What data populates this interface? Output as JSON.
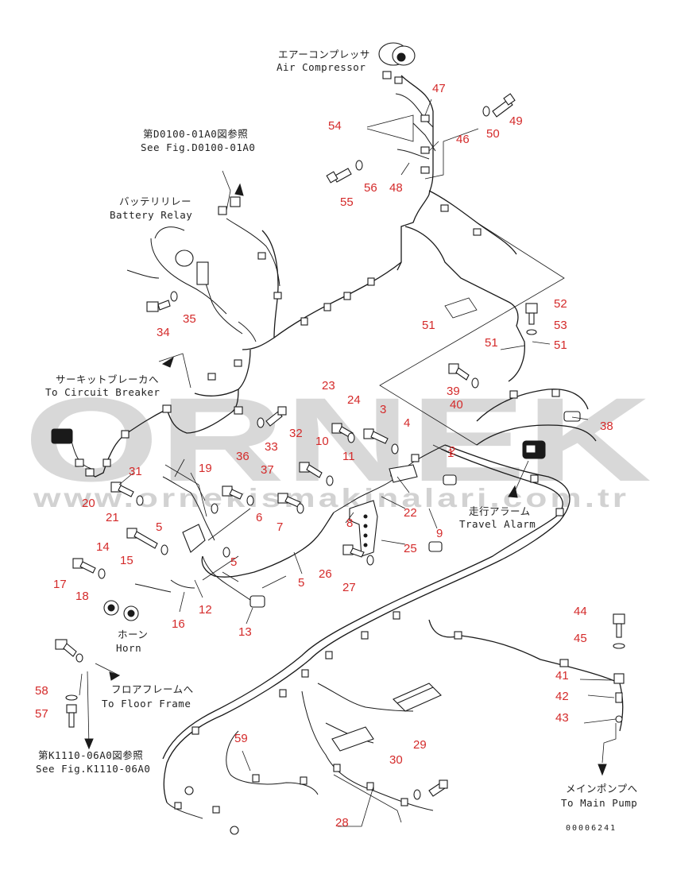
{
  "watermark": {
    "main": "ORNEK",
    "sub": "www.ornekismakinalari.com.tr"
  },
  "labels": {
    "air_compressor_jp": "エアーコンプレッサ",
    "air_compressor_en": "Air Compressor",
    "see_d0100_jp": "第D0100-01A0図参照",
    "see_d0100_en": "See Fig.D0100-01A0",
    "battery_relay_jp": "バッテリリレー",
    "battery_relay_en": "Battery Relay",
    "circuit_breaker_jp": "サーキットブレーカへ",
    "circuit_breaker_en": "To Circuit Breaker",
    "travel_alarm_jp": "走行アラーム",
    "travel_alarm_en": "Travel Alarm",
    "horn_jp": "ホーン",
    "horn_en": "Horn",
    "floor_frame_jp": "フロアフレームへ",
    "floor_frame_en": "To Floor Frame",
    "see_k1110_jp": "第K1110-06A0図参照",
    "see_k1110_en": "See Fig.K1110-06A0",
    "main_pump_jp": "メインポンプへ",
    "main_pump_en": "To Main Pump",
    "drawing_code": "00006241"
  },
  "part_numbers": [
    "1",
    "2",
    "3",
    "4",
    "5",
    "5",
    "5",
    "6",
    "7",
    "8",
    "9",
    "10",
    "11",
    "12",
    "13",
    "14",
    "15",
    "16",
    "17",
    "18",
    "19",
    "20",
    "21",
    "22",
    "23",
    "24",
    "25",
    "26",
    "27",
    "28",
    "29",
    "30",
    "31",
    "32",
    "33",
    "34",
    "35",
    "36",
    "37",
    "38",
    "39",
    "40",
    "41",
    "42",
    "43",
    "44",
    "45",
    "46",
    "47",
    "48",
    "49",
    "50",
    "51",
    "51",
    "51",
    "52",
    "53",
    "54",
    "55",
    "56",
    "57",
    "58",
    "59"
  ]
}
